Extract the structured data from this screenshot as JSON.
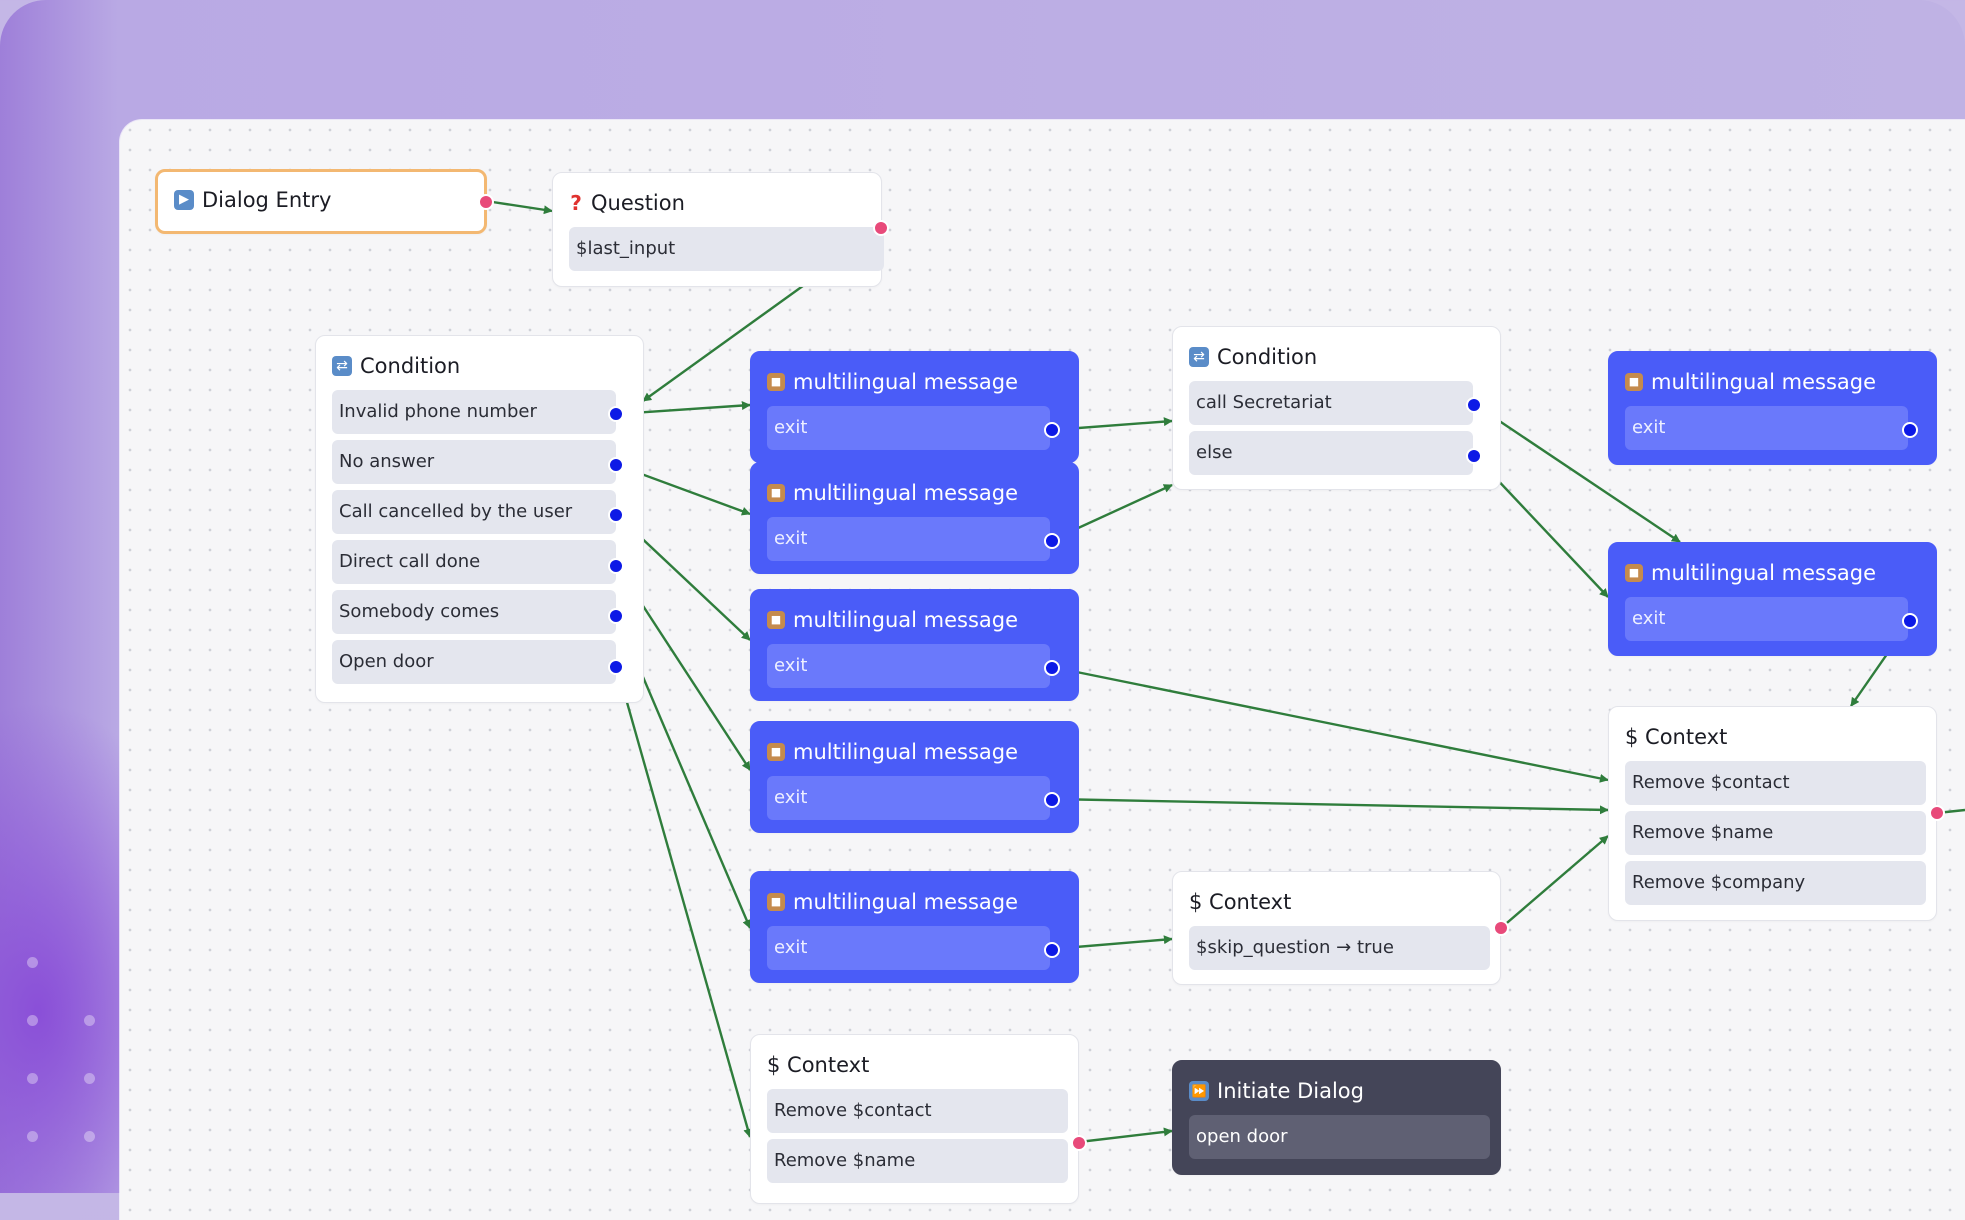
{
  "colors": {
    "message_node": "#4a5cf8",
    "entry_border": "#f3b872",
    "edge": "#2f7d3c",
    "port_blue": "#0d1ae6",
    "port_pink": "#e84a7a",
    "dark_node": "#444558"
  },
  "nodes": {
    "dialog_entry": {
      "icon": "play-icon",
      "title": "Dialog Entry"
    },
    "question": {
      "icon": "question-mark-icon",
      "title": "Question",
      "rows": [
        "$last_input"
      ]
    },
    "condition_1": {
      "icon": "shuffle-icon",
      "title": "Condition",
      "rows": [
        "Invalid phone number",
        "No answer",
        "Call cancelled by the user",
        "Direct call done",
        "Somebody comes",
        "Open door"
      ]
    },
    "msg_1": {
      "icon": "package-icon",
      "title": "multilingual message",
      "rows": [
        "exit"
      ]
    },
    "msg_2": {
      "icon": "package-icon",
      "title": "multilingual message",
      "rows": [
        "exit"
      ]
    },
    "msg_3": {
      "icon": "package-icon",
      "title": "multilingual message",
      "rows": [
        "exit"
      ]
    },
    "msg_4": {
      "icon": "package-icon",
      "title": "multilingual message",
      "rows": [
        "exit"
      ]
    },
    "msg_5": {
      "icon": "package-icon",
      "title": "multilingual message",
      "rows": [
        "exit"
      ]
    },
    "condition_2": {
      "icon": "shuffle-icon",
      "title": "Condition",
      "rows": [
        "call Secretariat",
        "else"
      ]
    },
    "msg_6": {
      "icon": "package-icon",
      "title": "multilingual message",
      "rows": [
        "exit"
      ]
    },
    "msg_7": {
      "icon": "package-icon",
      "title": "multilingual message",
      "rows": [
        "exit"
      ]
    },
    "context_1": {
      "title": "$ Context",
      "rows": [
        "Remove $contact",
        "Remove $name",
        "Remove $company"
      ]
    },
    "context_2": {
      "title": "$ Context",
      "rows": [
        "$skip_question → true"
      ]
    },
    "context_3": {
      "title": "$ Context",
      "rows": [
        "Remove $contact",
        "Remove $name"
      ]
    },
    "initiate_dialog": {
      "icon": "fast-forward-icon",
      "title": "Initiate Dialog",
      "rows": [
        "open door"
      ]
    }
  }
}
